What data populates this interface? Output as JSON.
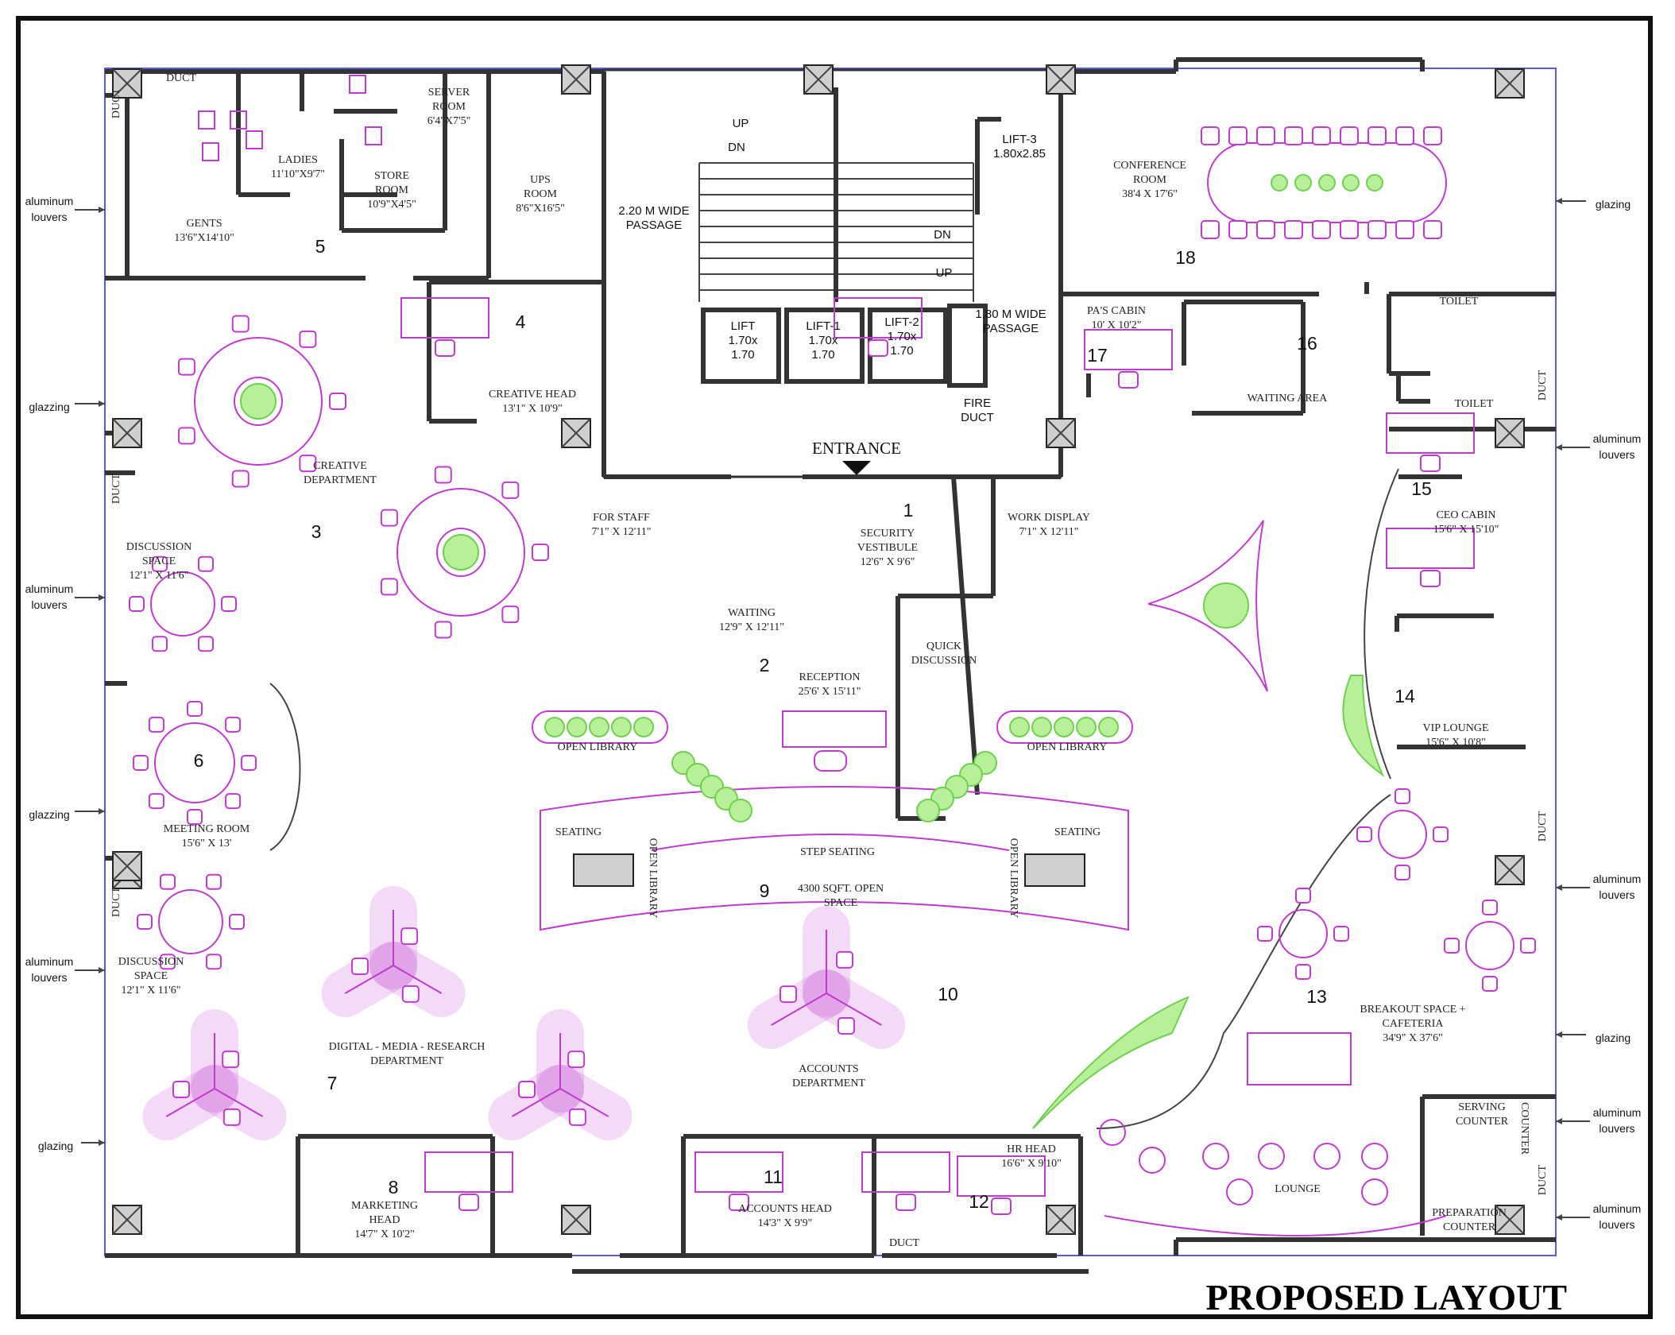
{
  "title": "PROPOSED LAYOUT",
  "entrance": "ENTRANCE",
  "rooms": [
    {
      "id": "server",
      "lines": [
        "SERVER",
        "ROOM",
        "6'4\"X7'5\""
      ]
    },
    {
      "id": "ladies",
      "lines": [
        "LADIES",
        "11'10\"X9'7\""
      ]
    },
    {
      "id": "store",
      "lines": [
        "STORE",
        "ROOM",
        "10'9\"X4'5\""
      ]
    },
    {
      "id": "gents",
      "lines": [
        "GENTS",
        "13'6\"X14'10\""
      ]
    },
    {
      "id": "ups",
      "lines": [
        "UPS",
        "ROOM",
        "8'6\"X16'5\""
      ]
    },
    {
      "id": "passage1",
      "lines": [
        "2.20 M WIDE",
        "PASSAGE"
      ]
    },
    {
      "id": "lift3",
      "lines": [
        "LIFT-3",
        "1.80x2.85"
      ]
    },
    {
      "id": "conference",
      "lines": [
        "CONFERENCE",
        "ROOM",
        "38'4 X 17'6\""
      ]
    },
    {
      "id": "creativehead",
      "lines": [
        "CREATIVE HEAD",
        "13'1\" X 10'9\""
      ]
    },
    {
      "id": "lift",
      "lines": [
        "LIFT",
        "1.70x",
        "1.70"
      ]
    },
    {
      "id": "lift1",
      "lines": [
        "LIFT-1",
        "1.70x",
        "1.70"
      ]
    },
    {
      "id": "lift2",
      "lines": [
        "LIFT-2",
        "1.70x",
        "1.70"
      ]
    },
    {
      "id": "passage2",
      "lines": [
        "1.80 M WIDE",
        "PASSAGE"
      ]
    },
    {
      "id": "firestair",
      "lines": [
        "FIRE",
        "DUCT"
      ]
    },
    {
      "id": "pacabin",
      "lines": [
        "PA'S CABIN",
        "10' X 10'2\""
      ]
    },
    {
      "id": "waitingarea",
      "lines": [
        "WAITING AREA"
      ]
    },
    {
      "id": "toilet1",
      "lines": [
        "TOILET"
      ]
    },
    {
      "id": "toilet2",
      "lines": [
        "TOILET"
      ]
    },
    {
      "id": "creativedept",
      "lines": [
        "CREATIVE",
        "DEPARTMENT"
      ]
    },
    {
      "id": "forstaff",
      "lines": [
        "FOR STAFF",
        "7'1\" X 12'11\""
      ]
    },
    {
      "id": "security",
      "lines": [
        "SECURITY",
        "VESTIBULE",
        "12'6\" X 9'6\""
      ]
    },
    {
      "id": "workdisplay",
      "lines": [
        "WORK DISPLAY",
        "7'1\" X 12'11\""
      ]
    },
    {
      "id": "ceocabin",
      "lines": [
        "CEO CABIN",
        "15'6\" X 15'10\""
      ]
    },
    {
      "id": "discussion1",
      "lines": [
        "DISCUSSION",
        "SPACE",
        "12'1\" X 11'6\""
      ]
    },
    {
      "id": "waiting",
      "lines": [
        "WAITING",
        "12'9\" X 12'11\""
      ]
    },
    {
      "id": "quick",
      "lines": [
        "QUICK",
        "DISCUSSION"
      ]
    },
    {
      "id": "reception",
      "lines": [
        "RECEPTION",
        "25'6' X 15'11\""
      ]
    },
    {
      "id": "openlib1",
      "lines": [
        "OPEN LIBRARY"
      ]
    },
    {
      "id": "openlib2",
      "lines": [
        "OPEN LIBRARY"
      ]
    },
    {
      "id": "viplounge",
      "lines": [
        "VIP LOUNGE",
        "15'6\" X 10'8\""
      ]
    },
    {
      "id": "meeting",
      "lines": [
        "MEETING ROOM",
        "15'6\" X 13'"
      ]
    },
    {
      "id": "seating1",
      "lines": [
        "SEATING"
      ]
    },
    {
      "id": "seating2",
      "lines": [
        "SEATING"
      ]
    },
    {
      "id": "stepseating",
      "lines": [
        "STEP SEATING"
      ]
    },
    {
      "id": "openspace",
      "lines": [
        "4300 SQFT. OPEN",
        "SPACE"
      ]
    },
    {
      "id": "discussion2",
      "lines": [
        "DISCUSSION",
        "SPACE",
        "12'1\" X 11'6\""
      ]
    },
    {
      "id": "breakout",
      "lines": [
        "BREAKOUT SPACE +",
        "CAFETERIA",
        "34'9\" X 37'6\""
      ]
    },
    {
      "id": "digital",
      "lines": [
        "DIGITAL - MEDIA - RESEARCH",
        "DEPARTMENT"
      ]
    },
    {
      "id": "accountsdept",
      "lines": [
        "ACCOUNTS",
        "DEPARTMENT"
      ]
    },
    {
      "id": "hrhead",
      "lines": [
        "HR HEAD",
        "16'6\" X 9'10\""
      ]
    },
    {
      "id": "serving",
      "lines": [
        "SERVING",
        "COUNTER"
      ]
    },
    {
      "id": "marketing",
      "lines": [
        "MARKETING",
        "HEAD",
        "14'7\" X 10'2\""
      ]
    },
    {
      "id": "accountshead",
      "lines": [
        "ACCOUNTS HEAD",
        "14'3\" X 9'9\""
      ]
    },
    {
      "id": "lounge",
      "lines": [
        "LOUNGE"
      ]
    },
    {
      "id": "prep",
      "lines": [
        "PREPARATION",
        "COUNTER"
      ]
    }
  ],
  "zone_numbers": [
    "1",
    "2",
    "3",
    "4",
    "5",
    "6",
    "7",
    "8",
    "9",
    "10",
    "11",
    "12",
    "13",
    "14",
    "15",
    "16",
    "17",
    "18"
  ],
  "stair_marks": [
    "UP",
    "DN",
    "DN",
    "UP"
  ],
  "duct_label": "DUCT",
  "counter_label": "COUNTER",
  "side_labels": [
    {
      "side": "left",
      "lines": [
        "aluminum",
        "louvers"
      ]
    },
    {
      "side": "left",
      "lines": [
        "glazzing"
      ]
    },
    {
      "side": "left",
      "lines": [
        "aluminum",
        "louvers"
      ]
    },
    {
      "side": "left",
      "lines": [
        "glazzing"
      ]
    },
    {
      "side": "left",
      "lines": [
        "aluminum",
        "louvers"
      ]
    },
    {
      "side": "left",
      "lines": [
        "glazing"
      ]
    },
    {
      "side": "right",
      "lines": [
        "glazing"
      ]
    },
    {
      "side": "right",
      "lines": [
        "aluminum",
        "louvers"
      ]
    },
    {
      "side": "right",
      "lines": [
        "aluminum",
        "louvers"
      ]
    },
    {
      "side": "right",
      "lines": [
        "glazing"
      ]
    },
    {
      "side": "right",
      "lines": [
        "aluminum",
        "louvers"
      ]
    },
    {
      "side": "right",
      "lines": [
        "aluminum",
        "louvers"
      ]
    }
  ],
  "colors": {
    "furniture": "#c03ad0",
    "planting": "#6fd04f",
    "walls": "#333333",
    "frame": "#111111"
  }
}
